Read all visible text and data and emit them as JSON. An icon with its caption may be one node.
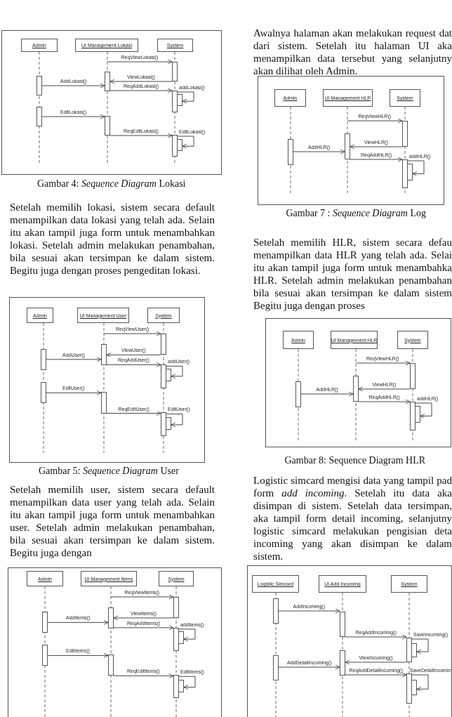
{
  "diagram": {
    "nodes": [
      {
        "text": [],
        "shape": "box"
      },
      {
        "text": [
          "Admin"
        ],
        "in": 0
      },
      {
        "text": [
          "UI Management Lokasi"
        ],
        "in": 0
      },
      {
        "text": [
          "System"
        ],
        "in": 0
      },
      {
        "text": [],
        "shape": "bar",
        "in": 0
      },
      {
        "text": [],
        "shape": "bar",
        "in": 0
      },
      {
        "text": [],
        "shape": "bar",
        "in": 0
      },
      {
        "text": [],
        "shape": "bar",
        "in": 0
      },
      {
        "text": [],
        "shape": "bar",
        "in": 0
      },
      {
        "text": [],
        "shape": "bar",
        "in": 0
      },
      {
        "text": [],
        "shape": "bar",
        "in": 0
      },
      {
        "text": [],
        "shape": "bar",
        "in": 0
      },
      {
        "text": [],
        "shape": "bar",
        "in": 0
      },
      {
        "text": [],
        "shape": "box"
      },
      {
        "text": [
          "Admin"
        ],
        "in": 13
      },
      {
        "text": [
          "UI Management User"
        ],
        "in": 13
      },
      {
        "text": [
          "System"
        ],
        "in": 13
      },
      {
        "text": [],
        "shape": "bar",
        "in": 13
      },
      {
        "text": [],
        "shape": "bar",
        "in": 13
      },
      {
        "text": [],
        "shape": "bar",
        "in": 13
      },
      {
        "text": [],
        "shape": "bar",
        "in": 13
      },
      {
        "text": [],
        "shape": "bar",
        "in": 13
      },
      {
        "text": [],
        "shape": "bar",
        "in": 13
      },
      {
        "text": [],
        "shape": "bar",
        "in": 13
      },
      {
        "text": [],
        "shape": "bar",
        "in": 13
      },
      {
        "text": [],
        "shape": "bar",
        "in": 13
      },
      {
        "text": [],
        "shape": "box"
      },
      {
        "text": [
          "Admin"
        ],
        "in": 26
      },
      {
        "text": [
          "UI Management Items"
        ],
        "in": 26
      },
      {
        "text": [
          "System"
        ],
        "in": 26
      },
      {
        "text": [],
        "shape": "bar",
        "in": 26
      },
      {
        "text": [],
        "shape": "bar",
        "in": 26
      },
      {
        "text": [],
        "shape": "bar",
        "in": 26
      },
      {
        "text": [],
        "shape": "bar",
        "in": 26
      },
      {
        "text": [],
        "shape": "bar",
        "in": 26
      },
      {
        "text": [],
        "shape": "bar",
        "in": 26
      },
      {
        "text": [],
        "shape": "bar",
        "in": 26
      },
      {
        "text": [],
        "shape": "bar",
        "in": 26
      },
      {
        "text": [],
        "shape": "bar",
        "in": 26
      },
      {
        "text": [],
        "shape": "box"
      },
      {
        "text": [
          "Admin"
        ],
        "in": 39
      },
      {
        "text": [
          "UI Management HLR"
        ],
        "in": 39
      },
      {
        "text": [
          "System"
        ],
        "in": 39
      },
      {
        "text": [],
        "shape": "bar",
        "in": 39
      },
      {
        "text": [],
        "shape": "bar",
        "in": 39
      },
      {
        "text": [],
        "shape": "bar",
        "in": 39
      },
      {
        "text": [],
        "shape": "bar",
        "in": 39
      },
      {
        "text": [],
        "shape": "bar",
        "in": 39
      },
      {
        "text": [],
        "shape": "box"
      },
      {
        "text": [
          "Admin"
        ],
        "in": 48
      },
      {
        "text": [
          "UI Management HLR"
        ],
        "in": 48
      },
      {
        "text": [
          "System"
        ],
        "in": 48
      },
      {
        "text": [],
        "shape": "bar",
        "in": 48
      },
      {
        "text": [],
        "shape": "bar",
        "in": 48
      },
      {
        "text": [],
        "shape": "bar",
        "in": 48
      },
      {
        "text": [],
        "shape": "bar",
        "in": 48
      },
      {
        "text": [],
        "shape": "bar",
        "in": 48
      },
      {
        "text": [],
        "shape": "box"
      },
      {
        "text": [
          "Logistic Simcard"
        ],
        "in": 57
      },
      {
        "text": [
          "UI Add Incoming"
        ],
        "in": 57
      },
      {
        "text": [
          "System"
        ],
        "in": 57
      },
      {
        "text": [],
        "shape": "bar",
        "in": 57
      },
      {
        "text": [],
        "shape": "bar",
        "in": 57
      },
      {
        "text": [],
        "shape": "bar",
        "in": 57
      },
      {
        "text": [],
        "shape": "bar",
        "in": 57
      },
      {
        "text": [],
        "shape": "bar",
        "in": 57
      },
      {
        "text": [],
        "shape": "bar",
        "in": 57
      },
      {
        "text": [],
        "shape": "bar",
        "in": 57
      },
      {
        "text": [],
        "shape": "bar",
        "in": 57
      }
    ],
    "edges": [
      {
        "from": null,
        "to": 4,
        "arrow": "to",
        "label": "ReqViewLokasi()"
      },
      {
        "from": 4,
        "to": 5,
        "arrow": "to",
        "label": "ViewLokasi()"
      },
      {
        "from": 6,
        "to": 5,
        "arrow": "to",
        "label": "AddLokasi()"
      },
      {
        "from": 5,
        "to": 7,
        "arrow": "to",
        "label": "ReqAddLokasi()"
      },
      {
        "from": 7,
        "to": 8,
        "arrow": "to",
        "label": "addLokasi()"
      },
      {
        "from": 9,
        "to": 10,
        "arrow": "to",
        "label": "EditLokasi()"
      },
      {
        "from": 10,
        "to": 11,
        "arrow": "to",
        "label": "ReqEditLokasi()"
      },
      {
        "from": 11,
        "to": 12,
        "arrow": "to",
        "label": "EditLokasi()"
      },
      {
        "from": null,
        "to": 17,
        "arrow": "to",
        "label": "ReqViewUser()"
      },
      {
        "from": 17,
        "to": 18,
        "arrow": "to",
        "label": "ViewUser()"
      },
      {
        "from": 19,
        "to": 18,
        "arrow": "to",
        "label": "AddUser()"
      },
      {
        "from": 18,
        "to": 20,
        "arrow": "to",
        "label": "ReqAddUser()"
      },
      {
        "from": 20,
        "to": 21,
        "arrow": "to",
        "label": "addUser()"
      },
      {
        "from": 22,
        "to": 23,
        "arrow": "to",
        "label": "EditUser()"
      },
      {
        "from": 23,
        "to": 24,
        "arrow": "to",
        "label": "ReqEditUser()"
      },
      {
        "from": 24,
        "to": 25,
        "arrow": "to",
        "label": "EditUser()"
      },
      {
        "from": null,
        "to": 30,
        "arrow": "to",
        "label": "ReqViewItems()"
      },
      {
        "from": 30,
        "to": 31,
        "arrow": "to",
        "label": "ViewItems()"
      },
      {
        "from": 32,
        "to": 31,
        "arrow": "to",
        "label": "AddItems()"
      },
      {
        "from": 31,
        "to": 33,
        "arrow": "to",
        "label": "ReqAddItems()"
      },
      {
        "from": 33,
        "to": 34,
        "arrow": "to",
        "label": "addItems()"
      },
      {
        "from": 35,
        "to": 36,
        "arrow": "to",
        "label": "EditItems()"
      },
      {
        "from": 36,
        "to": 37,
        "arrow": "to",
        "label": "ReqEditItems()"
      },
      {
        "from": 37,
        "to": 38,
        "arrow": "to",
        "label": "EditItems()"
      },
      {
        "from": null,
        "to": 43,
        "arrow": "to",
        "label": "ReqViewHLR()"
      },
      {
        "from": 43,
        "to": 44,
        "arrow": "to",
        "label": "ViewHLR()"
      },
      {
        "from": 45,
        "to": 44,
        "arrow": "to",
        "label": "AddHLR()"
      },
      {
        "from": 44,
        "to": 46,
        "arrow": "to",
        "label": "ReqAddHLR()"
      },
      {
        "from": 46,
        "to": 47,
        "arrow": "to",
        "label": "addHLR()"
      },
      {
        "from": null,
        "to": 52,
        "arrow": "to",
        "label": "ReqViewHLR()"
      },
      {
        "from": 52,
        "to": 53,
        "arrow": "to",
        "label": "ViewHLR()"
      },
      {
        "from": 54,
        "to": 53,
        "arrow": "to",
        "label": "AddHLR()"
      },
      {
        "from": 53,
        "to": 55,
        "arrow": "to",
        "label": "ReqAddHLR()"
      },
      {
        "from": 55,
        "to": 56,
        "arrow": "to",
        "label": "addHLR()"
      },
      {
        "from": 61,
        "to": 62,
        "arrow": "to",
        "label": "AddIncoming()"
      },
      {
        "from": 62,
        "to": 63,
        "arrow": "to",
        "label": "ReqAddIncoming()"
      },
      {
        "from": 63,
        "to": 64,
        "arrow": "to",
        "label": "SaveIncoming()"
      },
      {
        "from": 63,
        "to": 65,
        "arrow": "to",
        "label": "ViewIncoming()"
      },
      {
        "from": 66,
        "to": 65,
        "arrow": "to",
        "label": "AddDetailIncoming()"
      },
      {
        "from": 65,
        "to": 67,
        "arrow": "to",
        "label": "ReqAddDetailIncoming()"
      },
      {
        "from": 67,
        "to": 68,
        "arrow": "to",
        "label": "SaveDetailIncomin"
      }
    ],
    "labels": [
      "Gambar 4: *Sequence Diagram* Lokasi",
      "Setelah memilih lokasi, sistem secara default menampilkan data lokasi yang telah ada. Selain itu akan tampil juga form untuk menambahkan lokasi. Setelah admin melakukan penambahan, bila sesuai akan tersimpan ke dalam sistem. Begitu juga dengan proses pengeditan lokasi.",
      "Gambar 5: *Sequence Diagram* User",
      "Setelah memilih user, sistem secara default menampilkan data user yang telah ada. Selain itu akan tampil juga form untuk menambahkan user. Setelah admin melakukan penambahan, bila sesuai akan tersimpan ke dalam sistem. Begitu juga dengan",
      "Awalnya halaman akan melakukan request dat dari sistem. Setelah itu halaman UI aka menampilkan data tersebut yang selanjutny akan dilihat oleh Admin.",
      "Gambar 7 : *Sequence Diagram* Log",
      "Setelah memilih HLR, sistem secara defau menampilkan data HLR yang telah ada. Selai itu akan tampil juga form untuk menambahka HLR. Setelah admin melakukan penambahan bila sesuai akan tersimpan ke dalam sistem Begitu juga dengan proses",
      "Gambar 8: Sequence Diagram HLR",
      "Logistic simcard mengisi data yang tampil pad form *add incoming*. Setelah itu data aka disimpan di sistem. Setelah data tersimpan, aka tampil form detail incoming, selanjutny logistic simcard melakukan pengisian deta incoming yang akan disimpan ke dalam sistem."
    ]
  }
}
